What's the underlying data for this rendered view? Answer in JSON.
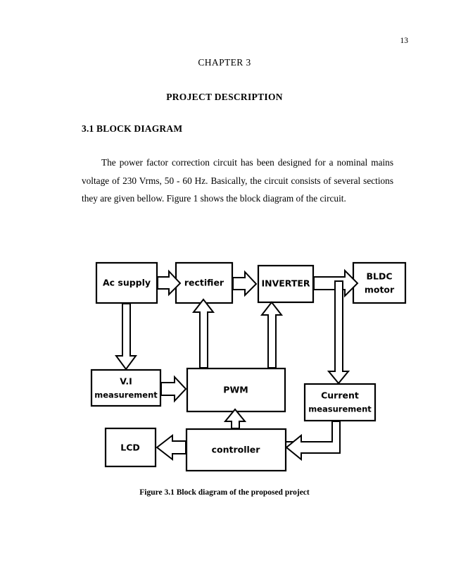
{
  "document": {
    "page_number": "13",
    "chapter_heading": "CHAPTER 3",
    "project_title": "PROJECT DESCRIPTION",
    "section_heading": "3.1 BLOCK DIAGRAM",
    "paragraph": "The power factor correction circuit has been designed for a nominal mains voltage of 230 Vrms, 50 - 60 Hz. Basically, the circuit consists of several sections they are given bellow. Figure 1 shows the block diagram of the circuit.",
    "figure_caption": "Figure 3.1 Block diagram of the proposed project"
  },
  "diagram": {
    "blocks": {
      "ac_supply": "Ac supply",
      "rectifier": "rectifier",
      "inverter": "INVERTER",
      "bldc_line1": "BLDC",
      "bldc_line2": "motor",
      "vi_line1": "V.I",
      "vi_line2": "measurement",
      "pwm": "PWM",
      "current_line1": "Current",
      "current_line2": "measurement",
      "lcd": "LCD",
      "controller": "controller"
    },
    "connections": [
      "ac-supply-to-rectifier",
      "rectifier-to-inverter",
      "inverter-to-bldc-motor",
      "ac-supply-to-vi-measurement",
      "pwm-to-rectifier",
      "pwm-to-inverter",
      "vi-measurement-to-pwm",
      "inverter-to-current-measurement",
      "controller-to-pwm",
      "controller-to-lcd",
      "current-measurement-to-controller"
    ],
    "colors": {
      "line": "#000000",
      "fill": "#ffffff"
    }
  }
}
